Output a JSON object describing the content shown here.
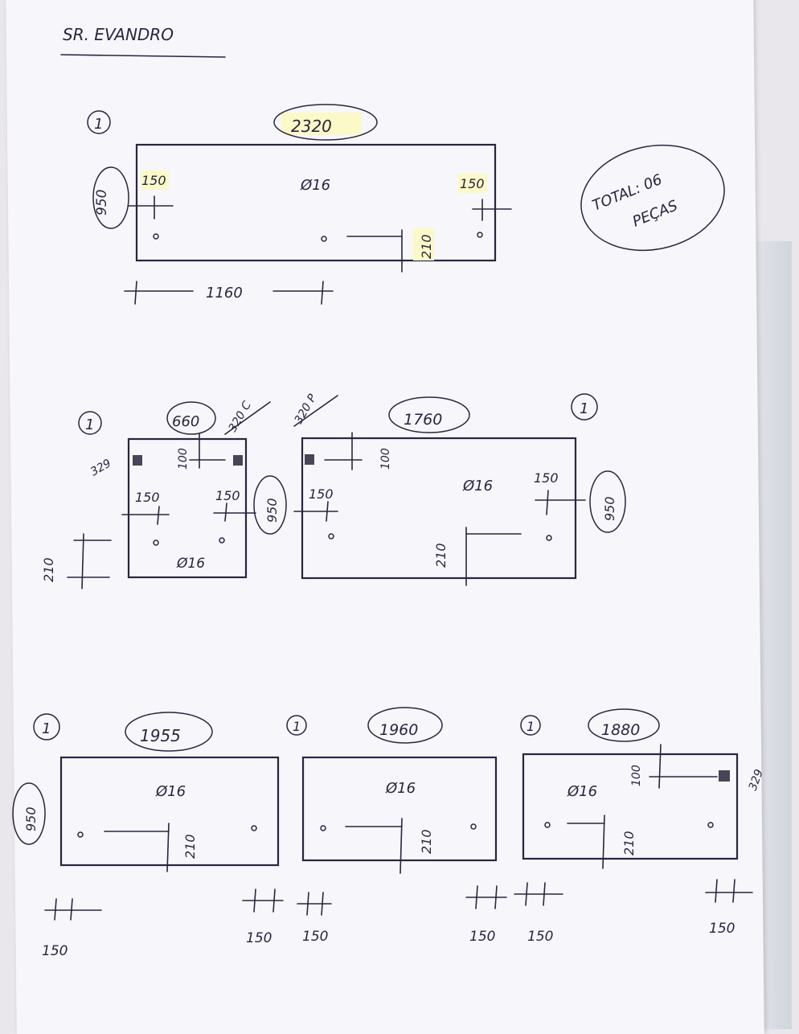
{
  "header": {
    "client": "SR. EVANDRO"
  },
  "total": {
    "line1": "TOTAL: 06",
    "line2": "PEÇAS"
  },
  "pieces": [
    {
      "qty": "1",
      "length": "2320",
      "height": "950",
      "edge_left": "150",
      "edge_right": "150",
      "hole_dia": "Ø16",
      "hole_spacing": "1160",
      "hole_height": "210"
    },
    {
      "qty": "1",
      "length": "660",
      "cutout_size": "329",
      "cutout_offset": "100",
      "cutout_code": "320 C",
      "edge_left": "150",
      "edge_right": "150",
      "hole_dia": "Ø16",
      "hole_height": "210",
      "height": "950"
    },
    {
      "qty": "1",
      "length": "1760",
      "cutout_code": "320 P",
      "cutout_offset": "100",
      "edge_left": "150",
      "edge_right": "150",
      "hole_dia": "Ø16",
      "hole_height": "210",
      "height": "950"
    },
    {
      "qty": "1",
      "length": "1955",
      "height": "950",
      "hole_dia": "Ø16",
      "hole_height": "210",
      "edge_left": "150",
      "edge_right": "150"
    },
    {
      "qty": "1",
      "length": "1960",
      "hole_dia": "Ø16",
      "hole_height": "210",
      "edge_left": "150",
      "edge_right": "150"
    },
    {
      "qty": "1",
      "length": "1880",
      "cutout_size": "329",
      "cutout_offset": "100",
      "hole_dia": "Ø16",
      "hole_height": "210",
      "edge_left": "150",
      "edge_right": "150"
    }
  ],
  "colors": {
    "ink": "#2a2540",
    "paper": "#f7f6fa",
    "highlight": "#fbf9c8"
  }
}
